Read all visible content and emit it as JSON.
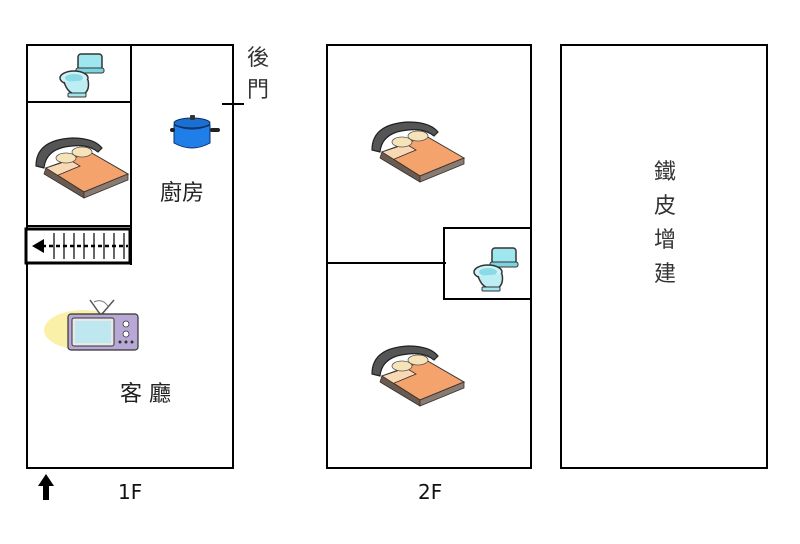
{
  "floor1": {
    "label": "1F",
    "kitchen_label": "廚房",
    "living_label": "客 廳",
    "back_door_char1": "後",
    "back_door_char2": "門"
  },
  "floor2": {
    "label": "2F"
  },
  "extension": {
    "char1": "鐵",
    "char2": "皮",
    "char3": "增",
    "char4": "建"
  },
  "icons": [
    "toilet-icon",
    "bed-icon",
    "cooking-pot-icon",
    "stairs-icon",
    "tv-icon",
    "entrance-arrow-icon"
  ]
}
